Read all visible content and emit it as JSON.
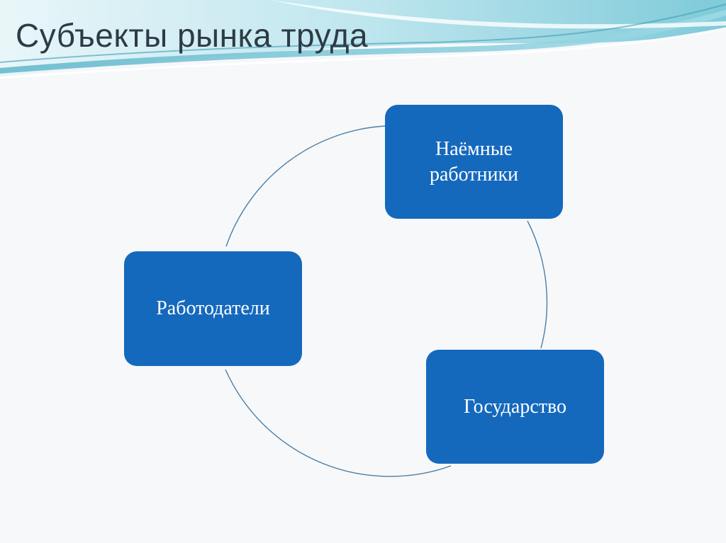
{
  "slide": {
    "title": "Субъекты рынка труда"
  },
  "cycle": {
    "nodes": [
      {
        "id": "workers",
        "label_line1": "Наёмные",
        "label_line2": "работники"
      },
      {
        "id": "employers",
        "label": "Работодатели"
      },
      {
        "id": "state",
        "label": "Государство"
      }
    ]
  },
  "colors": {
    "background": "#f7f8fa",
    "node_fill": "#1469bd",
    "node_text": "#ffffff",
    "connector": "#4a7fa6",
    "title_text": "#2d3b47",
    "wave_light": "#bfe6ee",
    "wave_mid": "#7fcad9",
    "wave_dark": "#3d9cb8"
  }
}
